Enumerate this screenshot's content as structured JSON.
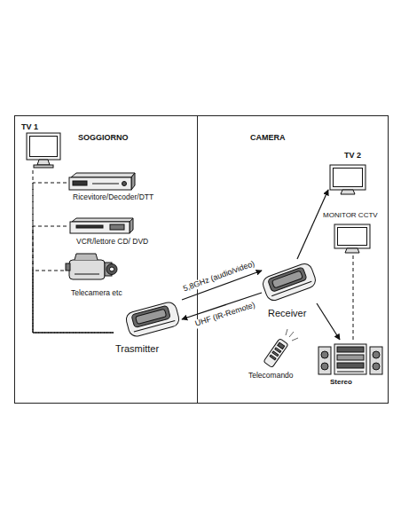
{
  "diagram": {
    "nodes": [
      {
        "text": [
          "SOGGIORNO"
        ]
      },
      {
        "text": [
          "TV 1"
        ],
        "in": 0
      },
      {
        "text": [
          "Ricevitore/Decoder/DTT"
        ],
        "in": 0
      },
      {
        "text": [
          "VCR/lettore CD/ DVD"
        ],
        "in": 0
      },
      {
        "text": [
          "Telecamera etc"
        ],
        "in": 0
      },
      {
        "text": [
          "Trasmitter"
        ],
        "in": 0
      },
      {
        "text": [
          "CAMERA"
        ]
      },
      {
        "text": [
          "TV 2"
        ],
        "in": 6
      },
      {
        "text": [
          "MONITOR CCTV"
        ],
        "in": 6
      },
      {
        "text": [
          "Receiver"
        ],
        "in": 6
      },
      {
        "text": [
          "Telecomando"
        ],
        "in": 6
      },
      {
        "text": [
          "Stereo"
        ],
        "in": 6
      }
    ],
    "edges": [
      {
        "from": 1,
        "to": 5,
        "arrow": "none"
      },
      {
        "from": 2,
        "to": 5,
        "arrow": "none"
      },
      {
        "from": 3,
        "to": 5,
        "arrow": "none"
      },
      {
        "from": 4,
        "to": 5,
        "arrow": "none"
      },
      {
        "from": 5,
        "to": 9,
        "label": "5,8GHz (audio/video)",
        "arrow": "to"
      },
      {
        "from": 9,
        "to": 5,
        "label": "UHF (IR-Remote)",
        "arrow": "to"
      },
      {
        "from": 9,
        "to": 7,
        "arrow": "to"
      },
      {
        "from": 9,
        "to": 11,
        "arrow": "to"
      },
      {
        "from": 8,
        "to": 11,
        "arrow": "none"
      }
    ]
  }
}
